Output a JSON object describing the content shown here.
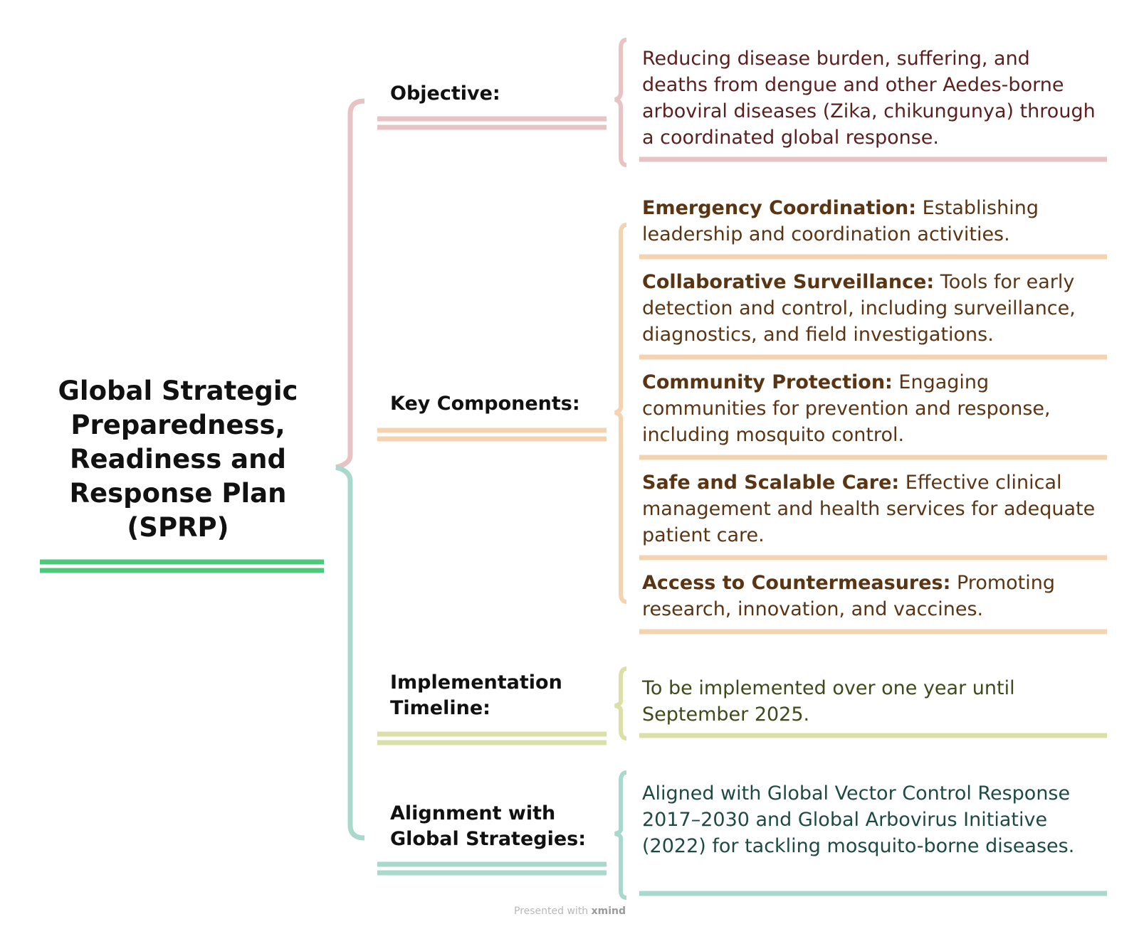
{
  "root": {
    "lines": [
      "Global Strategic",
      "Preparedness,",
      "Readiness and",
      "Response Plan",
      "(SPRP)"
    ]
  },
  "branches": {
    "objective": {
      "label": "Objective:",
      "details": [
        "Reducing disease burden, suffering, and deaths from dengue and other Aedes-borne arboviral diseases (Zika, chikungunya) through a coordinated global response."
      ]
    },
    "key_components": {
      "label": "Key Components:",
      "items": [
        {
          "title": "Emergency Coordination:",
          "text": " Establishing leadership and coordination activities."
        },
        {
          "title": "Collaborative Surveillance:",
          "text": " Tools for early detection and control, including surveillance, diagnostics, and field investigations."
        },
        {
          "title": "Community Protection:",
          "text": " Engaging communities for prevention and response, including mosquito control."
        },
        {
          "title": "Safe and Scalable Care:",
          "text": " Effective clinical management and health services for adequate patient care."
        },
        {
          "title": "Access to Countermeasures:",
          "text": " Promoting research, innovation, and vaccines."
        }
      ]
    },
    "timeline": {
      "label_lines": [
        "Implementation",
        "Timeline:"
      ],
      "details": [
        "To be implemented over one year until September 2025."
      ]
    },
    "alignment": {
      "label_lines": [
        "Alignment with",
        "Global Strategies:"
      ],
      "details": [
        "Aligned with Global Vector Control Response 2017–2030 and Global Arbovirus Initiative (2022) for tackling mosquito-borne diseases."
      ]
    }
  },
  "footer": {
    "prefix": "Presented with ",
    "brand": "xmind"
  },
  "colors": {
    "root": "#4cc97a",
    "objective": "#e7c3c3",
    "key_components": "#f3d3b0",
    "timeline": "#dbe0a8",
    "alignment": "#a9d8cd"
  }
}
